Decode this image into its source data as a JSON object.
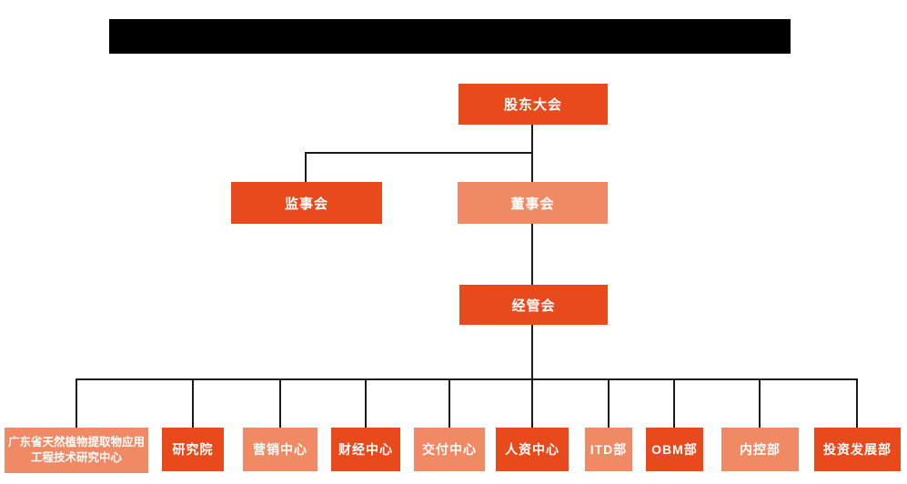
{
  "colors": {
    "box_dark": "#e84a1b",
    "box_light": "#ef8a64",
    "line": "#1a1a1a",
    "text_on_box": "#ffffff",
    "redaction": "#000000"
  },
  "org_chart": {
    "root": {
      "label": "股东大会"
    },
    "level2": [
      {
        "label": "监事会"
      },
      {
        "label": "董事会"
      }
    ],
    "level3": {
      "label": "经管会"
    },
    "departments": [
      {
        "label": "广东省天然植物提取物应用工程技术研究中心"
      },
      {
        "label": "研究院"
      },
      {
        "label": "营销中心"
      },
      {
        "label": "财经中心"
      },
      {
        "label": "交付中心"
      },
      {
        "label": "人资中心"
      },
      {
        "label": "ITD部"
      },
      {
        "label": "OBM部"
      },
      {
        "label": "内控部"
      },
      {
        "label": "投资发展部"
      }
    ]
  }
}
